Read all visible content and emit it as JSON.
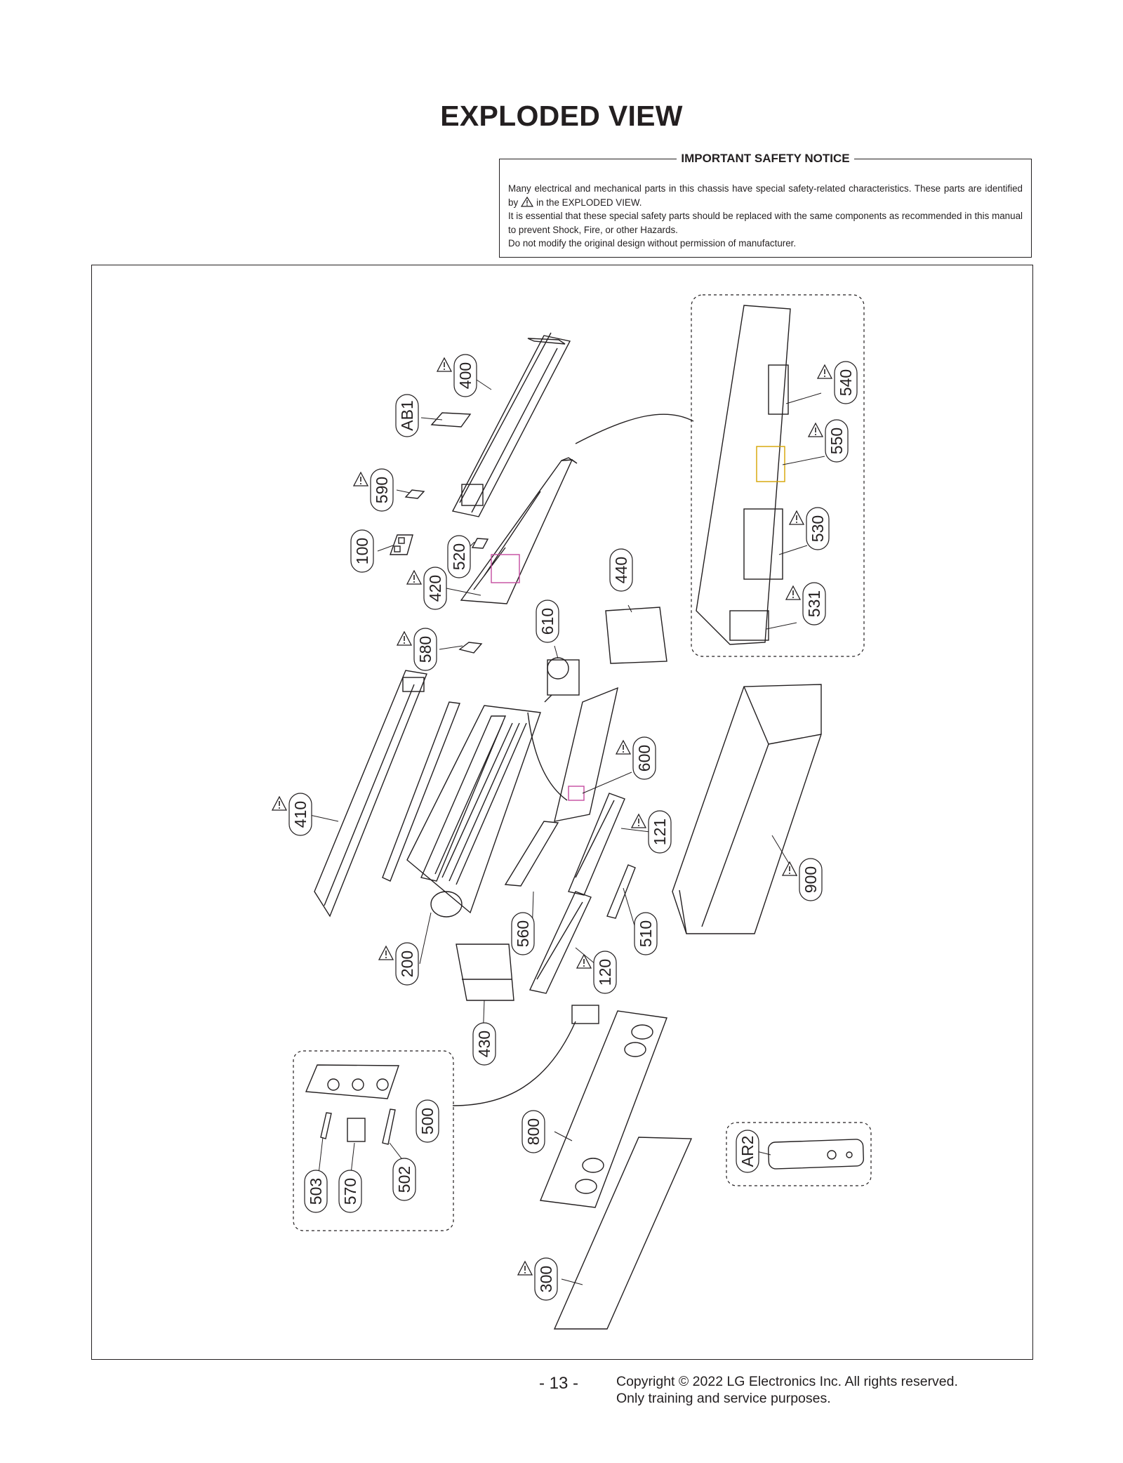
{
  "title": "EXPLODED VIEW",
  "notice": {
    "heading": "IMPORTANT SAFETY NOTICE",
    "line1": "Many electrical and mechanical parts in this chassis have special safety-related characteristics. These parts are identified by",
    "line1_tail": "in the EXPLODED VIEW.",
    "line2": "It is essential that these special safety parts should be replaced with the same components as recommended in this manual to prevent Shock, Fire, or other Hazards.",
    "line3": "Do not modify the original design without permission of manufacturer."
  },
  "part_labels": [
    "400",
    "AB1",
    "590",
    "100",
    "520",
    "420",
    "440",
    "610",
    "580",
    "540",
    "550",
    "530",
    "531",
    "410",
    "600",
    "121",
    "900",
    "200",
    "560",
    "510",
    "120",
    "430",
    "500",
    "503",
    "570",
    "502",
    "800",
    "AR2",
    "300"
  ],
  "safety_marked_parts": [
    "400",
    "590",
    "420",
    "580",
    "540",
    "550",
    "530",
    "531",
    "410",
    "600",
    "121",
    "900",
    "200",
    "120",
    "300"
  ],
  "footer": {
    "page_number": "- 13 -",
    "copyright": "Copyright © 2022 LG Electronics Inc. All rights reserved.",
    "purpose": "Only training and service purposes."
  },
  "icons": {
    "safety": "warning-triangle-icon"
  }
}
